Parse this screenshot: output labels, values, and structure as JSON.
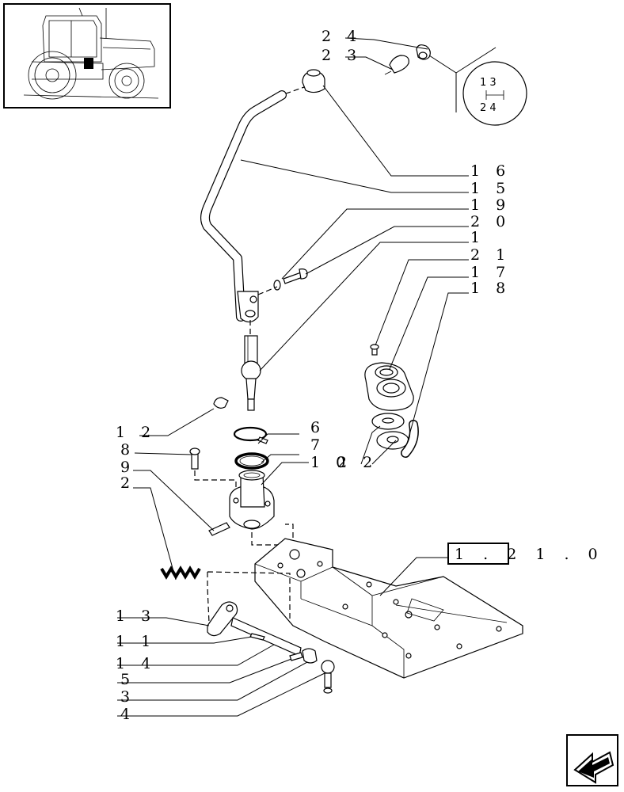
{
  "callouts": [
    {
      "id": "24",
      "text": "2 4"
    },
    {
      "id": "23",
      "text": "2 3"
    },
    {
      "id": "16",
      "text": "1 6"
    },
    {
      "id": "15",
      "text": "1 5"
    },
    {
      "id": "19",
      "text": "1 9"
    },
    {
      "id": "20",
      "text": "2 0"
    },
    {
      "id": "1",
      "text": "1"
    },
    {
      "id": "21",
      "text": "2 1"
    },
    {
      "id": "17",
      "text": "1 7"
    },
    {
      "id": "18",
      "text": "1 8"
    },
    {
      "id": "12",
      "text": "1 2"
    },
    {
      "id": "6",
      "text": "6"
    },
    {
      "id": "7",
      "text": "7"
    },
    {
      "id": "8",
      "text": "8"
    },
    {
      "id": "10",
      "text": "1 0"
    },
    {
      "id": "22",
      "text": "2 2"
    },
    {
      "id": "9",
      "text": "9"
    },
    {
      "id": "2",
      "text": "2"
    },
    {
      "id": "13",
      "text": "1 3"
    },
    {
      "id": "11",
      "text": "1 1"
    },
    {
      "id": "14",
      "text": "1 4"
    },
    {
      "id": "5",
      "text": "5"
    },
    {
      "id": "3",
      "text": "3"
    },
    {
      "id": "4",
      "text": "4"
    }
  ],
  "reference_box": {
    "label": "1 . 2 1 . 0"
  },
  "gear_pattern": {
    "top": "1 3",
    "bottom": "2 4"
  },
  "icons": {
    "thumbnail": "tractor-thumbnail-icon",
    "nav": "previous-page-arrow-icon"
  }
}
